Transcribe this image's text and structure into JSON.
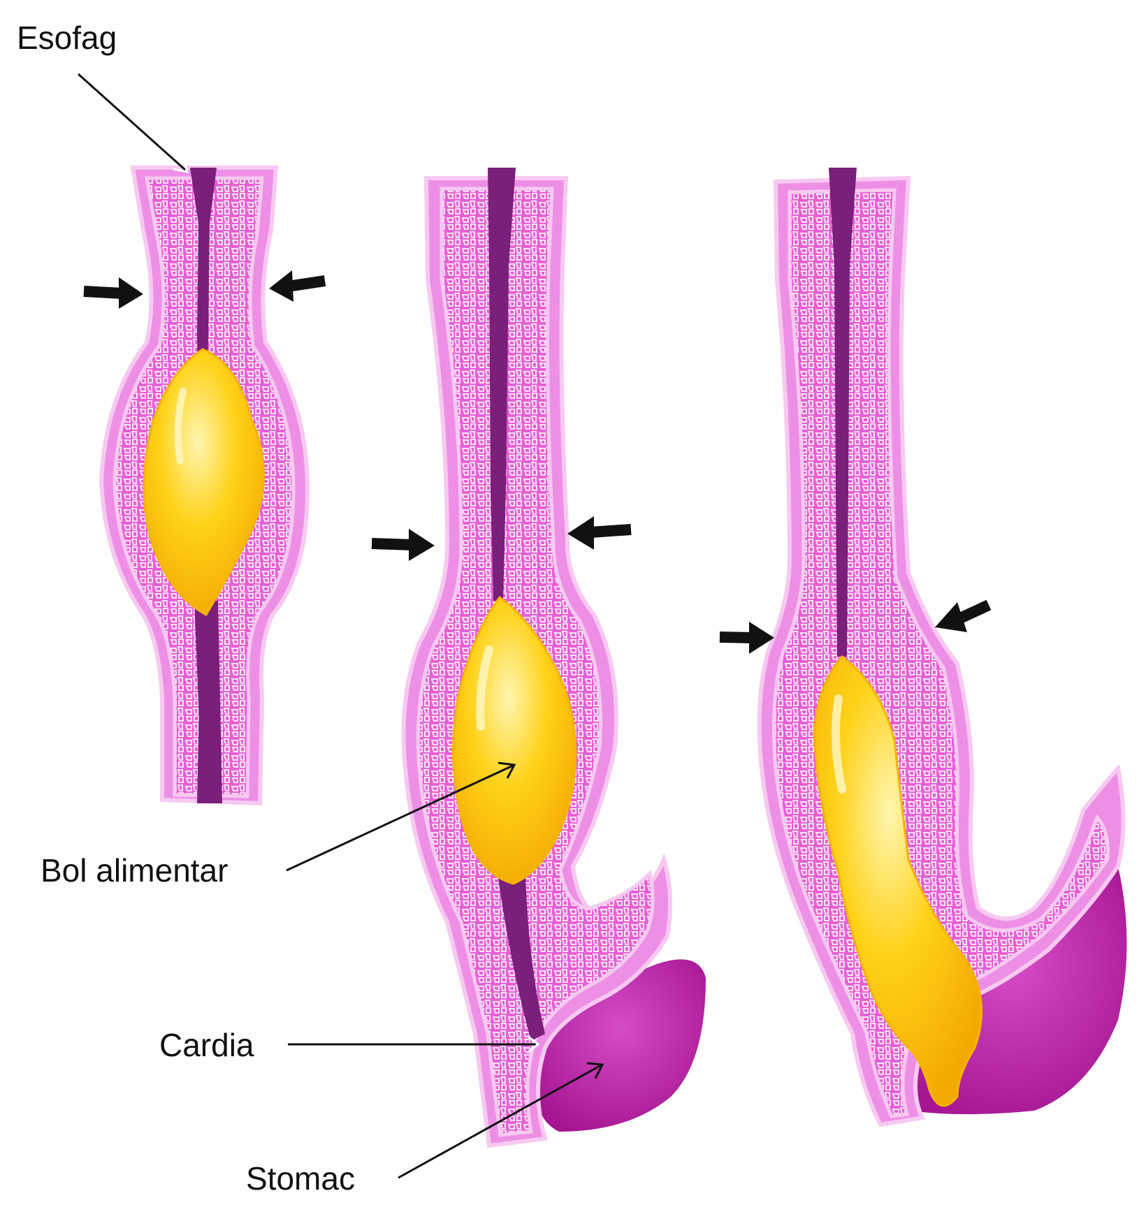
{
  "labels": {
    "esophagus": "Esofag",
    "bolus": "Bol alimentar",
    "cardia": "Cardia",
    "stomach": "Stomac"
  },
  "colors": {
    "wall_outer": "#ee8fe6",
    "wall_inner": "#e85fd6",
    "wall_light": "#f7c9f1",
    "mesh": "#fbe3f8",
    "lumen": "#7a1f7a",
    "bolus": "#ffd21a",
    "bolus_shade": "#f4b400",
    "bolus_highlight": "#fff4a8",
    "stomach": "#b5159f",
    "stomach_light": "#d54dc6",
    "arrow": "#111111",
    "text": "#111111"
  },
  "stages": [
    {
      "step": 1,
      "contraction": "above bolus"
    },
    {
      "step": 2,
      "contraction": "above bolus, near stomach"
    },
    {
      "step": 3,
      "contraction": "bolus entering stomach"
    }
  ]
}
